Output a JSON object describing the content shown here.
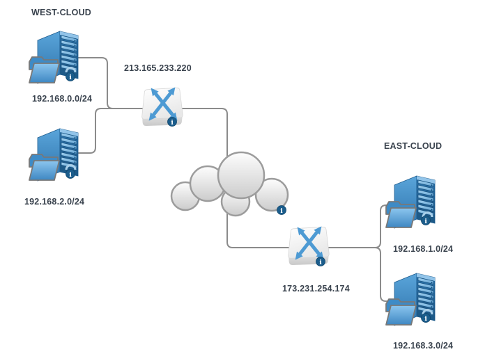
{
  "app": {
    "name": "network topology diagram"
  },
  "colors": {
    "background": "#ffffff",
    "label_text": "#3a434e",
    "link_line": "#8b8b8b",
    "server_blue": "#3d89c4",
    "folder_blue": "#4f9ed9",
    "router_arrow_blue": "#4d9ad3",
    "router_body": "#f2f2f2",
    "cloud_fill": "#e9e9e9",
    "cloud_outline": "#9c9c9c",
    "info_badge_blue": "#1b5d8c"
  },
  "groups": {
    "west": {
      "label": "WEST-CLOUD"
    },
    "east": {
      "label": "EAST-CLOUD"
    }
  },
  "nodes": {
    "west_server_top": {
      "type": "server",
      "subnet": "192.168.0.0/24"
    },
    "west_server_bottom": {
      "type": "server",
      "subnet": "192.168.2.0/24"
    },
    "west_router": {
      "type": "router",
      "ip": "213.165.233.220"
    },
    "internet_cloud": {
      "type": "cloud"
    },
    "east_router": {
      "type": "router",
      "ip": "173.231.254.174"
    },
    "east_server_top": {
      "type": "server",
      "subnet": "192.168.1.0/24"
    },
    "east_server_bottom": {
      "type": "server",
      "subnet": "192.168.3.0/24"
    }
  },
  "links": [
    {
      "from": "west_server_top",
      "to": "west_router"
    },
    {
      "from": "west_server_bottom",
      "to": "west_router"
    },
    {
      "from": "west_router",
      "to": "east_router",
      "via": "internet_cloud"
    },
    {
      "from": "east_router",
      "to": "east_server_top"
    },
    {
      "from": "east_router",
      "to": "east_server_bottom"
    }
  ]
}
